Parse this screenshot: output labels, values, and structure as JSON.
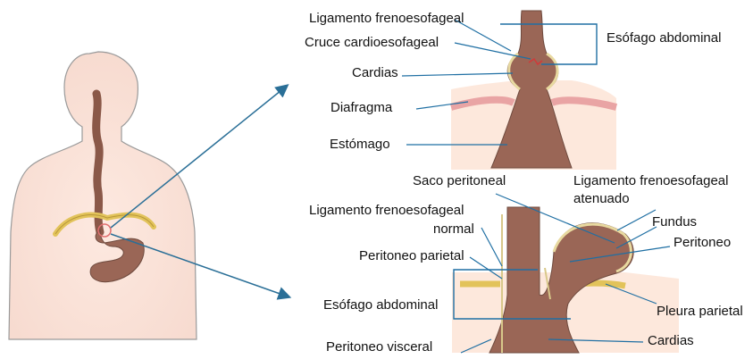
{
  "colors": {
    "skin": "#fbe6dd",
    "skin_outline": "#9a9a9a",
    "esophagus": "#8a5848",
    "stomach": "#9a6656",
    "diaphragm_yellow": "#e2c35a",
    "diaphragm_pink": "#e9a4a4",
    "arrow": "#2a6f97",
    "leader": "#1f6fa3",
    "bracket": "#1f6fa3",
    "cardio_mark": "#d03a3a"
  },
  "top_panel": {
    "labels": {
      "ligamento": "Ligamento frenoesofageal",
      "cruce": "Cruce cardioesofageal",
      "cardias": "Cardias",
      "diafragma": "Diafragma",
      "estomago": "Estómago",
      "esofago_abdominal": "Esófago abdominal"
    }
  },
  "bottom_panel": {
    "labels": {
      "saco": "Saco peritoneal",
      "lig_atenuado_1": "Ligamento frenoesofageal",
      "lig_atenuado_2": "atenuado",
      "lig_normal_1": "Ligamento frenoesofageal",
      "lig_normal_2": "normal",
      "fundus": "Fundus",
      "peritoneo": "Peritoneo",
      "peritoneo_parietal": "Peritoneo parietal",
      "esofago_abdominal": "Esófago abdominal",
      "pleura_parietal": "Pleura parietal",
      "peritoneo_visceral": "Peritoneo visceral",
      "cardias": "Cardias"
    }
  }
}
